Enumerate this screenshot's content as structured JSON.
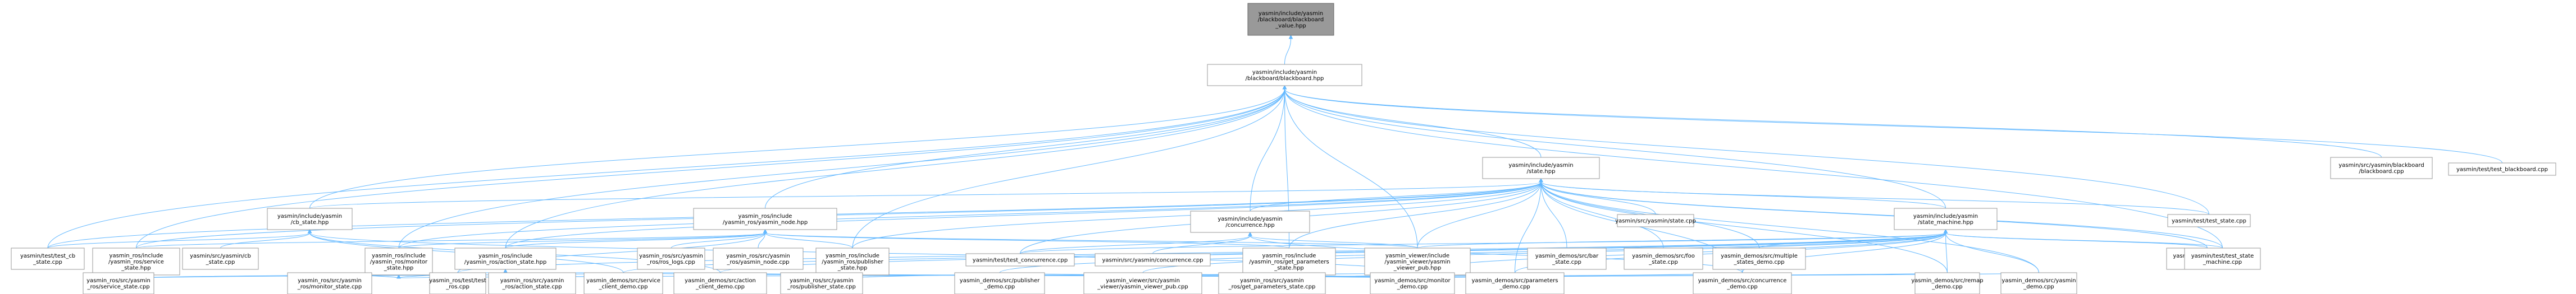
{
  "colors": {
    "edge": "#63b8ff",
    "node_border": "#999999",
    "root_fill": "#999999",
    "node_fill": "#ffffff"
  },
  "root_id": "root",
  "nodes": [
    {
      "id": "root",
      "lines": [
        "yasmin/include/yasmin",
        "/blackboard/blackboard",
        "_value.hpp"
      ]
    },
    {
      "id": "bb",
      "lines": [
        "yasmin/include/yasmin",
        "/blackboard/blackboard.hpp"
      ]
    },
    {
      "id": "state",
      "lines": [
        "yasmin/include/yasmin",
        "/state.hpp"
      ]
    },
    {
      "id": "bbcpp",
      "lines": [
        "yasmin/src/yasmin/blackboard",
        "/blackboard.cpp"
      ]
    },
    {
      "id": "testbb",
      "lines": [
        "yasmin/test/test_blackboard.cpp"
      ]
    },
    {
      "id": "cb",
      "lines": [
        "yasmin/include/yasmin",
        "/cb_state.hpp"
      ]
    },
    {
      "id": "node",
      "lines": [
        "yasmin_ros/include",
        "/yasmin_ros/yasmin_node.hpp"
      ]
    },
    {
      "id": "conc",
      "lines": [
        "yasmin/include/yasmin",
        "/concurrence.hpp"
      ]
    },
    {
      "id": "statecpp",
      "lines": [
        "yasmin/src/yasmin/state.cpp"
      ]
    },
    {
      "id": "sm",
      "lines": [
        "yasmin/include/yasmin",
        "/state_machine.hpp"
      ]
    },
    {
      "id": "teststate",
      "lines": [
        "yasmin/test/test_state.cpp"
      ]
    },
    {
      "id": "testcb",
      "lines": [
        "yasmin/test/test_cb",
        "_state.cpp"
      ]
    },
    {
      "id": "srvstate",
      "lines": [
        "yasmin_ros/include",
        "/yasmin_ros/service",
        "_state.hpp"
      ]
    },
    {
      "id": "cbcpp",
      "lines": [
        "yasmin/src/yasmin/cb",
        "_state.cpp"
      ]
    },
    {
      "id": "monstate",
      "lines": [
        "yasmin_ros/include",
        "/yasmin_ros/monitor",
        "_state.hpp"
      ]
    },
    {
      "id": "actstate",
      "lines": [
        "yasmin_ros/include",
        "/yasmin_ros/action_state.hpp"
      ]
    },
    {
      "id": "roslogs",
      "lines": [
        "yasmin_ros/src/yasmin",
        "_ros/ros_logs.cpp"
      ]
    },
    {
      "id": "nodecpp",
      "lines": [
        "yasmin_ros/src/yasmin",
        "_ros/yasmin_node.cpp"
      ]
    },
    {
      "id": "pubstate",
      "lines": [
        "yasmin_ros/include",
        "/yasmin_ros/publisher",
        "_state.hpp"
      ]
    },
    {
      "id": "testconc",
      "lines": [
        "yasmin/test/test_concurrence.cpp"
      ]
    },
    {
      "id": "conccpp",
      "lines": [
        "yasmin/src/yasmin/concurrence.cpp"
      ]
    },
    {
      "id": "getparams",
      "lines": [
        "yasmin_ros/include",
        "/yasmin_ros/get_parameters",
        "_state.hpp"
      ]
    },
    {
      "id": "viewerpub",
      "lines": [
        "yasmin_viewer/include",
        "/yasmin_viewer/yasmin",
        "_viewer_pub.hpp"
      ]
    },
    {
      "id": "barstate",
      "lines": [
        "yasmin_demos/src/bar",
        "_state.cpp"
      ]
    },
    {
      "id": "foostate",
      "lines": [
        "yasmin_demos/src/foo",
        "_state.cpp"
      ]
    },
    {
      "id": "multidemo",
      "lines": [
        "yasmin_demos/src/multiple",
        "_states_demo.cpp"
      ]
    },
    {
      "id": "smcpp",
      "lines": [
        "yasmin/src/yasmin/state",
        "_machine.cpp"
      ]
    },
    {
      "id": "testsm",
      "lines": [
        "yasmin/test/test_state",
        "_machine.cpp"
      ]
    },
    {
      "id": "srvcpp",
      "lines": [
        "yasmin_ros/src/yasmin",
        "_ros/service_state.cpp"
      ]
    },
    {
      "id": "moncpp",
      "lines": [
        "yasmin_ros/src/yasmin",
        "_ros/monitor_state.cpp"
      ]
    },
    {
      "id": "testros",
      "lines": [
        "yasmin_ros/test/test",
        "_ros.cpp"
      ]
    },
    {
      "id": "actcpp",
      "lines": [
        "yasmin_ros/src/yasmin",
        "_ros/action_state.cpp"
      ]
    },
    {
      "id": "srvdemo",
      "lines": [
        "yasmin_demos/src/service",
        "_client_demo.cpp"
      ]
    },
    {
      "id": "actdemo",
      "lines": [
        "yasmin_demos/src/action",
        "_client_demo.cpp"
      ]
    },
    {
      "id": "pubcpp",
      "lines": [
        "yasmin_ros/src/yasmin",
        "_ros/publisher_state.cpp"
      ]
    },
    {
      "id": "pubdemo",
      "lines": [
        "yasmin_demos/src/publisher",
        "_demo.cpp"
      ]
    },
    {
      "id": "viewercpp",
      "lines": [
        "yasmin_viewer/src/yasmin",
        "_viewer/yasmin_viewer_pub.cpp"
      ]
    },
    {
      "id": "getparamscpp",
      "lines": [
        "yasmin_ros/src/yasmin",
        "_ros/get_parameters_state.cpp"
      ]
    },
    {
      "id": "mondemo",
      "lines": [
        "yasmin_demos/src/monitor",
        "_demo.cpp"
      ]
    },
    {
      "id": "paramsdemo",
      "lines": [
        "yasmin_demos/src/parameters",
        "_demo.cpp"
      ]
    },
    {
      "id": "concdemo",
      "lines": [
        "yasmin_demos/src/concurrence",
        "_demo.cpp"
      ]
    },
    {
      "id": "remapdemo",
      "lines": [
        "yasmin_demos/src/remap",
        "_demo.cpp"
      ]
    },
    {
      "id": "yasmindemo",
      "lines": [
        "yasmin_demos/src/yasmin",
        "_demo.cpp"
      ]
    }
  ],
  "edges": [
    [
      "bb",
      "root"
    ],
    [
      "state",
      "bb"
    ],
    [
      "bbcpp",
      "bb"
    ],
    [
      "testbb",
      "bb"
    ],
    [
      "cb",
      "bb"
    ],
    [
      "node",
      "bb"
    ],
    [
      "conc",
      "bb"
    ],
    [
      "sm",
      "bb"
    ],
    [
      "testcb",
      "bb"
    ],
    [
      "srvstate",
      "bb"
    ],
    [
      "monstate",
      "bb"
    ],
    [
      "actstate",
      "bb"
    ],
    [
      "pubstate",
      "bb"
    ],
    [
      "getparams",
      "bb"
    ],
    [
      "teststate",
      "bb"
    ],
    [
      "testsm",
      "bb"
    ],
    [
      "viewerpub",
      "bb"
    ],
    [
      "cb",
      "state"
    ],
    [
      "conc",
      "state"
    ],
    [
      "statecpp",
      "state"
    ],
    [
      "sm",
      "state"
    ],
    [
      "teststate",
      "state"
    ],
    [
      "testcb",
      "state"
    ],
    [
      "srvstate",
      "state"
    ],
    [
      "monstate",
      "state"
    ],
    [
      "actstate",
      "state"
    ],
    [
      "pubstate",
      "state"
    ],
    [
      "getparams",
      "state"
    ],
    [
      "testconc",
      "state"
    ],
    [
      "barstate",
      "state"
    ],
    [
      "foostate",
      "state"
    ],
    [
      "multidemo",
      "state"
    ],
    [
      "smcpp",
      "state"
    ],
    [
      "testsm",
      "state"
    ],
    [
      "viewerpub",
      "state"
    ],
    [
      "concdemo",
      "state"
    ],
    [
      "remapdemo",
      "state"
    ],
    [
      "yasmindemo",
      "state"
    ],
    [
      "paramsdemo",
      "state"
    ],
    [
      "testcb",
      "cb"
    ],
    [
      "cbcpp",
      "cb"
    ],
    [
      "srvdemo",
      "cb"
    ],
    [
      "actdemo",
      "cb"
    ],
    [
      "mondemo",
      "cb"
    ],
    [
      "srvstate",
      "node"
    ],
    [
      "monstate",
      "node"
    ],
    [
      "actstate",
      "node"
    ],
    [
      "roslogs",
      "node"
    ],
    [
      "nodecpp",
      "node"
    ],
    [
      "pubstate",
      "node"
    ],
    [
      "getparams",
      "node"
    ],
    [
      "viewerpub",
      "node"
    ],
    [
      "testros",
      "node"
    ],
    [
      "testconc",
      "conc"
    ],
    [
      "conccpp",
      "conc"
    ],
    [
      "viewerpub",
      "conc"
    ],
    [
      "concdemo",
      "conc"
    ],
    [
      "smcpp",
      "sm"
    ],
    [
      "testsm",
      "sm"
    ],
    [
      "viewerpub",
      "sm"
    ],
    [
      "multidemo",
      "sm"
    ],
    [
      "testconc",
      "sm"
    ],
    [
      "srvdemo",
      "sm"
    ],
    [
      "actdemo",
      "sm"
    ],
    [
      "pubdemo",
      "sm"
    ],
    [
      "mondemo",
      "sm"
    ],
    [
      "paramsdemo",
      "sm"
    ],
    [
      "concdemo",
      "sm"
    ],
    [
      "remapdemo",
      "sm"
    ],
    [
      "yasmindemo",
      "sm"
    ],
    [
      "testros",
      "sm"
    ],
    [
      "viewercpp",
      "sm"
    ],
    [
      "srvcpp",
      "srvstate"
    ],
    [
      "testros",
      "srvstate"
    ],
    [
      "srvdemo",
      "srvstate"
    ],
    [
      "moncpp",
      "monstate"
    ],
    [
      "testros",
      "monstate"
    ],
    [
      "mondemo",
      "monstate"
    ],
    [
      "actcpp",
      "actstate"
    ],
    [
      "testros",
      "actstate"
    ],
    [
      "actdemo",
      "actstate"
    ],
    [
      "pubcpp",
      "pubstate"
    ],
    [
      "pubdemo",
      "pubstate"
    ],
    [
      "getparamscpp",
      "getparams"
    ],
    [
      "paramsdemo",
      "getparams"
    ],
    [
      "viewercpp",
      "viewerpub"
    ],
    [
      "srvdemo",
      "viewerpub"
    ],
    [
      "actdemo",
      "viewerpub"
    ],
    [
      "pubdemo",
      "viewerpub"
    ],
    [
      "mondemo",
      "viewerpub"
    ],
    [
      "paramsdemo",
      "viewerpub"
    ],
    [
      "concdemo",
      "viewerpub"
    ],
    [
      "remapdemo",
      "viewerpub"
    ],
    [
      "yasmindemo",
      "viewerpub"
    ]
  ]
}
